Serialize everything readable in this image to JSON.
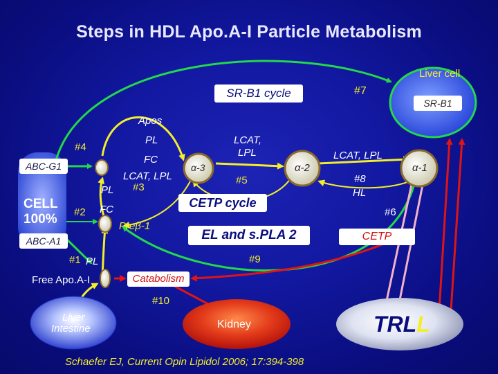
{
  "title": "Steps in HDL Apo.A-I Particle Metabolism",
  "liver_cell": {
    "label": "Liver cell",
    "receptor": "SR-B1"
  },
  "sr_b1_cycle": "SR-B1 cycle",
  "cell": {
    "line1": "CELL",
    "line2": "100%",
    "abc_g1": "ABC-G1",
    "abc_a1": "ABC-A1"
  },
  "labels": {
    "apos": "Apos",
    "step4": "#4",
    "pl_top": "PL",
    "fc_top": "FC",
    "lcat_lpl_mid": "LCAT, LPL",
    "step3": "#3",
    "pl_mid": "PL",
    "step2": "#2",
    "fc_mid": "FC",
    "prebeta1": "Preβ-1",
    "step1": "#1",
    "pl_low": "PL",
    "free_apoa": "Free Apo.A-I",
    "alpha3": "α-3",
    "lcat_lpl_top_1": "LCAT,",
    "lcat_lpl_top_2": "LPL",
    "step5": "#5",
    "alpha2": "α-2",
    "cetp_cycle": "CETP cycle",
    "lcat_lpl_right": "LCAT, LPL",
    "alpha1": "α-1",
    "step8": "#8",
    "hl": "HL",
    "step7": "#7",
    "step6": "#6",
    "cetp": "CETP",
    "el_spla2": "EL and s.PLA 2",
    "step9": "#9",
    "catabolism": "Catabolism",
    "step10": "#10",
    "liver_intestine_1": "Liver",
    "liver_intestine_2": "Intestine",
    "kidney": "Kidney",
    "trll_main": "TRL",
    "trll_tail": "L",
    "citation": "Schaefer EJ, Current Opin Lipidol 2006; 17:394-398"
  },
  "colors": {
    "background": "#0b0f86",
    "arrow_green": "#23d84a",
    "arrow_yellow": "#f2ee2a",
    "arrow_red": "#e01414",
    "arrow_pink": "#f2b3c8",
    "kidney_fill": "#e02a16",
    "liver_fill": "#3a55e8",
    "cell_fill": "#5a78e8",
    "particle_fill": "#e8e5cc",
    "label_box": "#ffffff"
  }
}
